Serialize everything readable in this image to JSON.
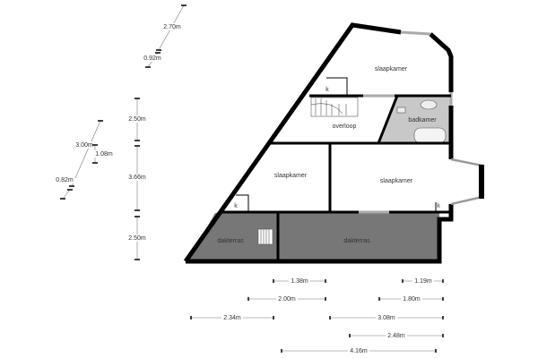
{
  "rooms": {
    "bedroom_top": "slaapkamer",
    "landing": "overloop",
    "bathroom": "badkamer",
    "bedroom_left": "slaapkamer",
    "bedroom_right": "slaapkamer",
    "terrace_left": "dakterras",
    "terrace_right": "dakterras",
    "closet_1": "k",
    "closet_2": "k",
    "closet_3": "k"
  },
  "dimensions": {
    "diag_top_long": "2.70m",
    "diag_top_short": "0.92m",
    "diag_left_long": "3.00m",
    "diag_left_vert": "1.08m",
    "diag_left_short": "0.82m",
    "vert_top": "2.50m",
    "vert_mid": "3.66m",
    "vert_bottom": "2.50m",
    "h_1_38": "1.38m",
    "h_1_19": "1.19m",
    "h_2_00": "2.00m",
    "h_1_80": "1.80m",
    "h_2_34": "2.34m",
    "h_3_08": "3.08m",
    "h_2_48": "2.48m",
    "h_4_16": "4.16m"
  },
  "colors": {
    "terrace": "#777777",
    "bathroom": "#c8c8c8",
    "wall": "#000000"
  }
}
